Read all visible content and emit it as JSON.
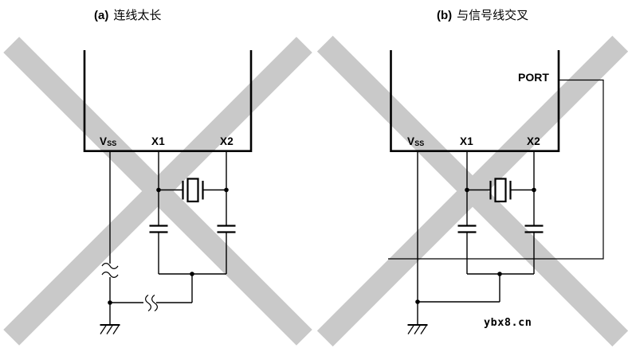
{
  "titles": {
    "a": {
      "label": "(a)",
      "text": "连线太长"
    },
    "b": {
      "label": "(b)",
      "text": "与信号线交叉"
    }
  },
  "diagram_a": {
    "caption": "连线太长",
    "pin_vss": "V",
    "pin_vss_sub": "SS",
    "pin_x1": "X1",
    "pin_x2": "X2"
  },
  "diagram_b": {
    "caption": "与信号线交叉",
    "pin_vss": "V",
    "pin_vss_sub": "SS",
    "pin_x1": "X1",
    "pin_x2": "X2",
    "port": "PORT"
  },
  "watermark": "ybx8.cn",
  "colors": {
    "background": "#ffffff",
    "line": "#000000",
    "cross_mark": "#c9c9c9"
  }
}
